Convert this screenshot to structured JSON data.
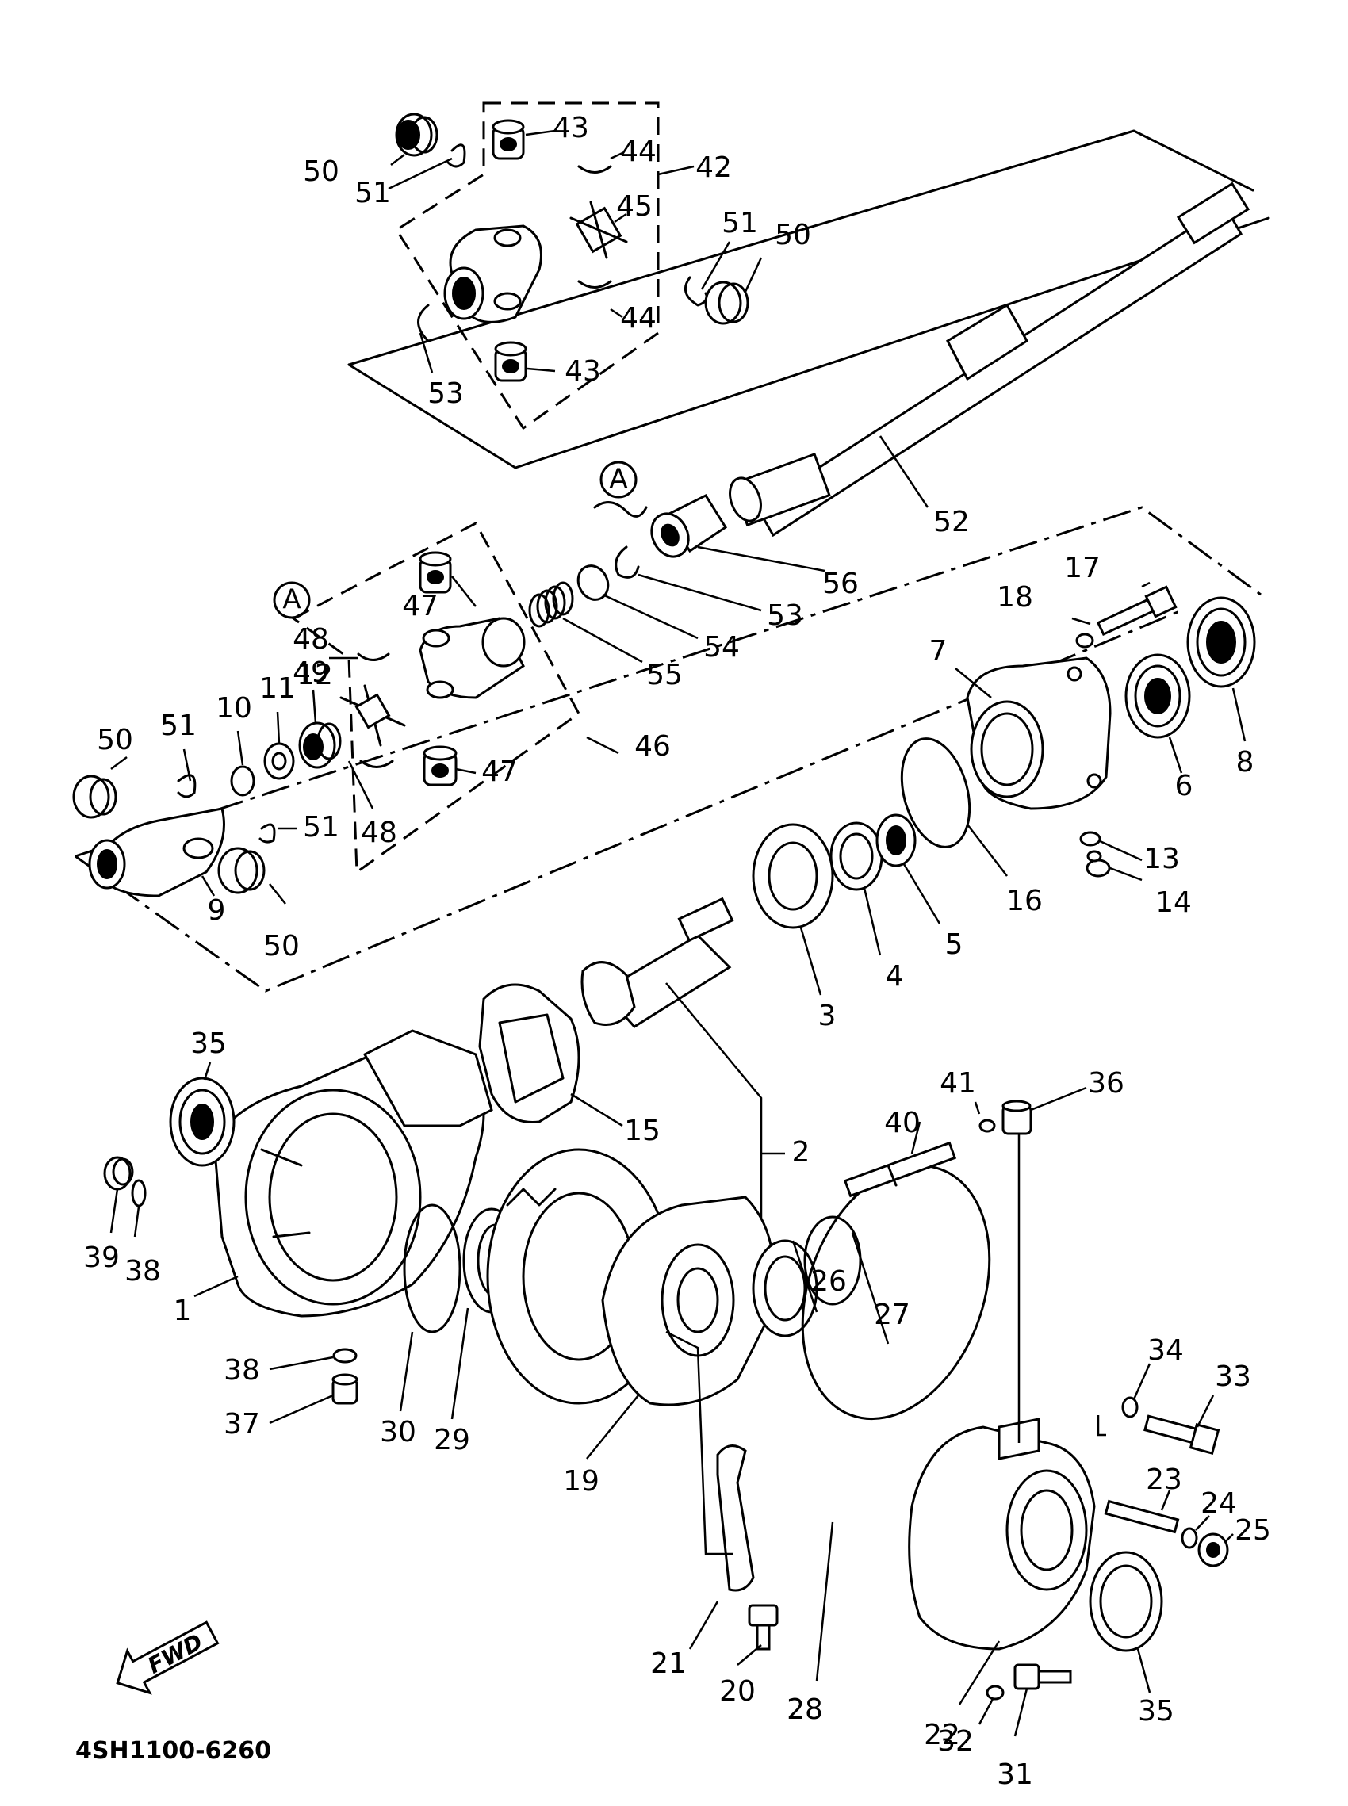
{
  "diagram_code": "4SH1100-6260",
  "fwd_label": "FWD",
  "ref_marker": "A",
  "callouts": [
    "1",
    "2",
    "3",
    "4",
    "5",
    "6",
    "7",
    "8",
    "9",
    "10",
    "11",
    "12",
    "13",
    "14",
    "15",
    "16",
    "17",
    "18",
    "19",
    "20",
    "21",
    "22",
    "23",
    "24",
    "25",
    "26",
    "27",
    "28",
    "29",
    "30",
    "31",
    "32",
    "33",
    "34",
    "35",
    "36",
    "37",
    "38",
    "39",
    "40",
    "41",
    "42",
    "43",
    "44",
    "45",
    "46",
    "47",
    "48",
    "49",
    "50",
    "51",
    "52",
    "53",
    "54",
    "55",
    "56"
  ]
}
